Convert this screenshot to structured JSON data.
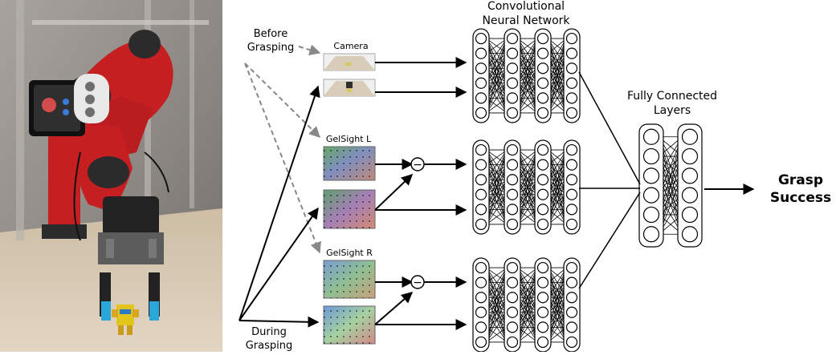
{
  "labels": {
    "before_grasping": [
      "Before",
      "Grasping"
    ],
    "during_grasping": [
      "During",
      "Grasping"
    ],
    "camera": "Camera",
    "gelsight_l": "GelSight L",
    "gelsight_r": "GelSight R",
    "cnn": [
      "Convolutional",
      "Neural Network"
    ],
    "fc": [
      "Fully Connected",
      "Layers"
    ],
    "output": [
      "Grasp",
      "Success"
    ],
    "minus": "−"
  },
  "colors": {
    "robot_body": "#c61f22",
    "robot_dark": "#2b2b2b",
    "background": "#8d8a88",
    "table": "#d7c7b0",
    "dashed_arrow": "#888888"
  },
  "network": {
    "cnn_layers": 4,
    "cnn_nodes_per_layer": 6,
    "fc_layers": 2,
    "fc_nodes_per_layer": 6
  }
}
